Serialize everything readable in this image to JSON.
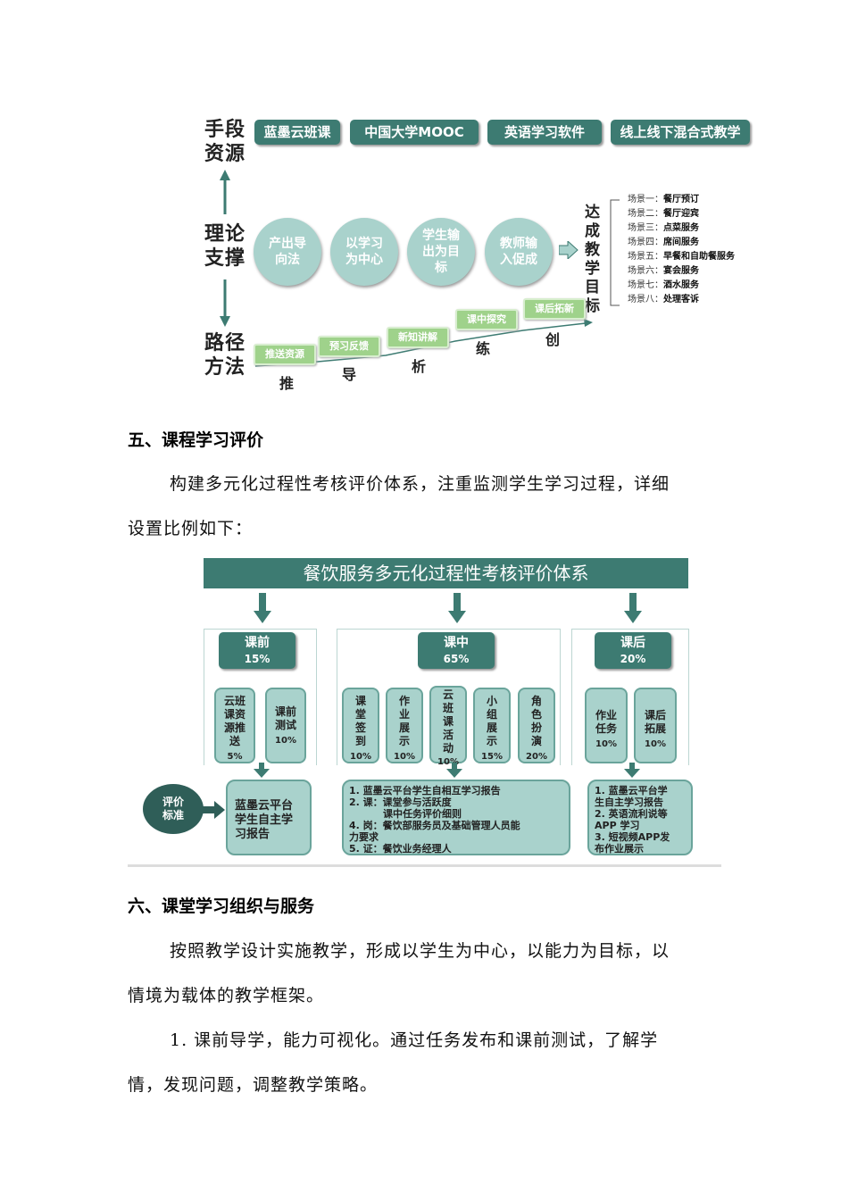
{
  "diagram1": {
    "row_labels": {
      "resources": [
        "手段",
        "资源"
      ],
      "theory": [
        "理论",
        "支撑"
      ],
      "method": [
        "路径",
        "方法"
      ]
    },
    "resources": [
      "蓝墨云班课",
      "中国大学MOOC",
      "英语学习软件",
      "线上线下混合式教学"
    ],
    "theories": [
      "产出导向法",
      "以学习为中心",
      "学生输出为目标",
      "教师输入促成"
    ],
    "goal_label": [
      "达",
      "成",
      "教",
      "学",
      "目",
      "标"
    ],
    "scenes": [
      {
        "label": "场景一：",
        "name": "餐厅预订"
      },
      {
        "label": "场景二：",
        "name": "餐厅迎宾"
      },
      {
        "label": "场景三：",
        "name": "点菜服务"
      },
      {
        "label": "场景四：",
        "name": "席间服务"
      },
      {
        "label": "场景五：",
        "name": "早餐和自助餐服务"
      },
      {
        "label": "场景六：",
        "name": "宴会服务"
      },
      {
        "label": "场景七：",
        "name": "酒水服务"
      },
      {
        "label": "场景八：",
        "name": "处理客诉"
      }
    ],
    "steps": [
      {
        "box": "推送资源",
        "char": "推"
      },
      {
        "box": "预习反馈",
        "char": "导"
      },
      {
        "box": "新知讲解",
        "char": "析"
      },
      {
        "box": "课中探究",
        "char": "练"
      },
      {
        "box": "课后拓新",
        "char": "创"
      }
    ]
  },
  "section5": {
    "heading": "五、课程学习评价",
    "para_line1": "构建多元化过程性考核评价体系，注重监测学生学习过程，详细",
    "para_line2": "设置比例如下："
  },
  "diagram2": {
    "title": "餐饮服务多元化过程性考核评价体系",
    "groups": [
      {
        "name": "课前",
        "pct": "15%"
      },
      {
        "name": "课中",
        "pct": "65%"
      },
      {
        "name": "课后",
        "pct": "20%"
      }
    ],
    "pre_cards": [
      {
        "text": "云班课资源推送",
        "pct": "5%"
      },
      {
        "text": "课前测试",
        "pct": "10%"
      }
    ],
    "mid_cards": [
      {
        "text": "课堂签到",
        "pct": "10%"
      },
      {
        "text": "作业展示",
        "pct": "10%"
      },
      {
        "text": "云班课活动",
        "pct": "10%"
      },
      {
        "text": "小组展示",
        "pct": "15%"
      },
      {
        "text": "角色扮演",
        "pct": "20%"
      }
    ],
    "post_cards": [
      {
        "text": "作业任务",
        "pct": "10%"
      },
      {
        "text": "课后拓展",
        "pct": "10%"
      }
    ],
    "eval_label": "评价标准",
    "pre_standard": "蓝墨云平台学生自主学习报告",
    "mid_standard": [
      "1. 蓝墨云平台学生自相互学习报告",
      "2. 课：课堂参与活跃度",
      "课中任务评价细则",
      "4. 岗：餐饮部服务员及基础管理人员能",
      "力要求",
      "5. 证：餐饮业务经理人"
    ],
    "post_standard": [
      "1. 蓝墨云平台学",
      "生自主学习报告",
      "2. 英语流利说等",
      "APP 学习",
      "3. 短视频APP发",
      "布作业展示"
    ]
  },
  "section6": {
    "heading": "六、课堂学习组织与服务",
    "para1_line1": "按照教学设计实施教学，形成以学生为中心，以能力为目标，以",
    "para1_line2": "情境为载体的教学框架。",
    "para2_line1": "1. 课前导学，能力可视化。通过任务发布和课前测试，了解学",
    "para2_line2": "情，发现问题，调整教学策略。"
  }
}
